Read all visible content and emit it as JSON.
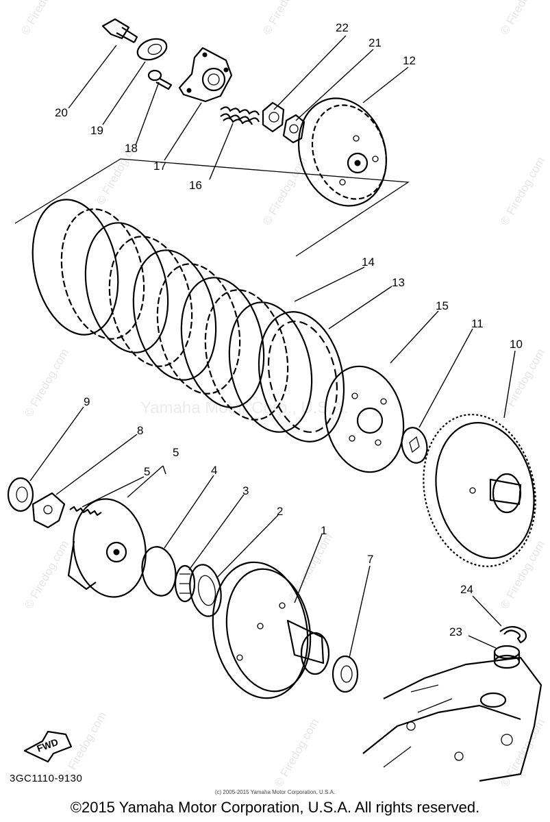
{
  "callouts": [
    {
      "id": "22",
      "label": "22"
    },
    {
      "id": "21",
      "label": "21"
    },
    {
      "id": "12",
      "label": "12"
    },
    {
      "id": "20",
      "label": "20"
    },
    {
      "id": "19",
      "label": "19"
    },
    {
      "id": "18",
      "label": "18"
    },
    {
      "id": "17",
      "label": "17"
    },
    {
      "id": "16",
      "label": "16"
    },
    {
      "id": "14",
      "label": "14"
    },
    {
      "id": "13",
      "label": "13"
    },
    {
      "id": "15",
      "label": "15"
    },
    {
      "id": "11",
      "label": "11"
    },
    {
      "id": "10",
      "label": "10"
    },
    {
      "id": "9",
      "label": "9"
    },
    {
      "id": "8",
      "label": "8"
    },
    {
      "id": "5a",
      "label": "5"
    },
    {
      "id": "5b",
      "label": "5"
    },
    {
      "id": "4",
      "label": "4"
    },
    {
      "id": "3",
      "label": "3"
    },
    {
      "id": "2",
      "label": "2"
    },
    {
      "id": "1",
      "label": "1"
    },
    {
      "id": "7",
      "label": "7"
    },
    {
      "id": "24",
      "label": "24"
    },
    {
      "id": "23",
      "label": "23"
    }
  ],
  "fwd_label": "FWD",
  "drawing_code": "3GC1110-9130",
  "watermark": "© Firedog.com",
  "watermark_center": "Yamaha Motor Corp., U.S.A.",
  "small_copyright": "(c) 2005-2015 Yamaha Motor Corporation, U.S.A.",
  "main_copyright": "©2015 Yamaha Motor Corporation, U.S.A. All rights reserved."
}
